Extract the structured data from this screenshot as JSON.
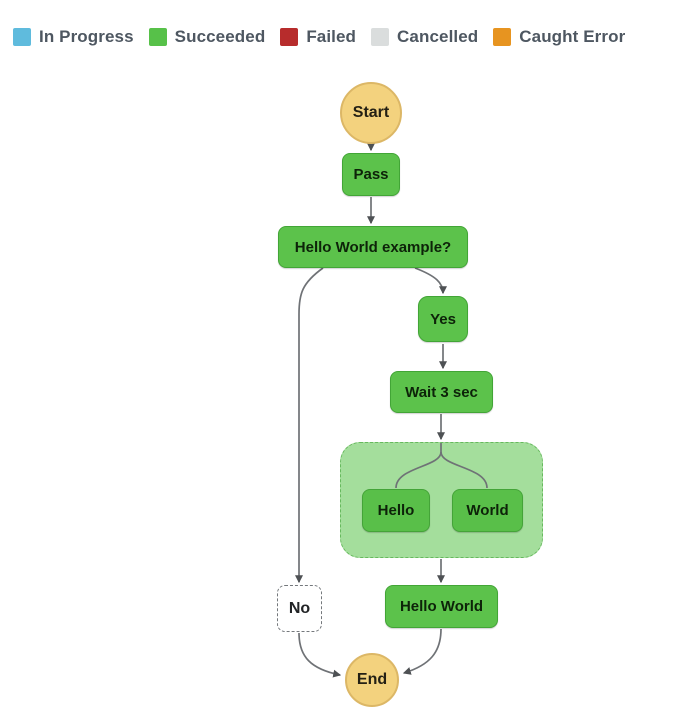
{
  "legend": {
    "items": [
      {
        "id": "in-progress",
        "label": "In Progress",
        "color": "#5fbbdd"
      },
      {
        "id": "succeeded",
        "label": "Succeeded",
        "color": "#57c149"
      },
      {
        "id": "failed",
        "label": "Failed",
        "color": "#b72c2c"
      },
      {
        "id": "cancelled",
        "label": "Cancelled",
        "color": "#dadddd"
      },
      {
        "id": "caught-error",
        "label": "Caught Error",
        "color": "#e79420"
      }
    ]
  },
  "diagram": {
    "nodes": {
      "start": {
        "label": "Start",
        "status": "terminal"
      },
      "pass": {
        "label": "Pass",
        "status": "succeeded"
      },
      "choice": {
        "label": "Hello World example?",
        "status": "succeeded"
      },
      "yes": {
        "label": "Yes",
        "status": "succeeded"
      },
      "wait": {
        "label": "Wait 3 sec",
        "status": "succeeded"
      },
      "parallel": {
        "label": "",
        "status": "succeeded-container"
      },
      "hello": {
        "label": "Hello",
        "status": "succeeded"
      },
      "world": {
        "label": "World",
        "status": "succeeded"
      },
      "no": {
        "label": "No",
        "status": "not-run"
      },
      "hello_world": {
        "label": "Hello World",
        "status": "succeeded"
      },
      "end": {
        "label": "End",
        "status": "terminal"
      }
    }
  }
}
